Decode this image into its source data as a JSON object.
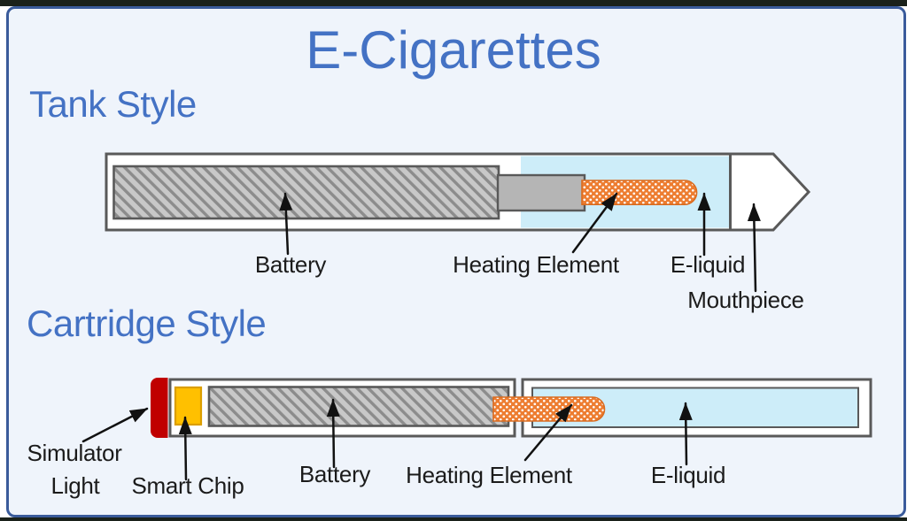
{
  "title": "E-Cigarettes",
  "colors": {
    "accent_blue": "#4472C4",
    "frame_border": "#3A5B9B",
    "background": "#EFF4FB",
    "outline_gray": "#595959",
    "battery_fill": "#C8C8C8",
    "battery_stripe": "#8C8C8C",
    "connector_gray": "#B5B5B5",
    "eliquid_blue": "#CDEDF9",
    "heater_orange": "#ED7D31",
    "heater_edge": "#D96B1F",
    "simulator_red": "#C00000",
    "chip_yellow": "#FFC000",
    "chip_edge": "#DB9E00",
    "label_text": "#1B1B1B",
    "arrow_black": "#111111"
  },
  "tank": {
    "heading": "Tank Style",
    "labels": {
      "battery": "Battery",
      "heating_element": "Heating Element",
      "e_liquid": "E-liquid",
      "mouthpiece": "Mouthpiece"
    }
  },
  "cartridge": {
    "heading": "Cartridge Style",
    "labels": {
      "simulator_light_line1": "Simulator",
      "simulator_light_line2": "Light",
      "smart_chip": "Smart Chip",
      "battery": "Battery",
      "heating_element": "Heating Element",
      "e_liquid": "E-liquid"
    }
  }
}
